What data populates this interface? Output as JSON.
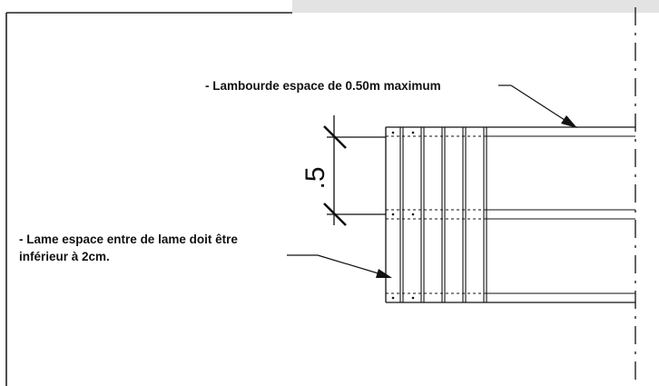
{
  "drawing": {
    "annotations": {
      "joist_note": "- Lambourde espace de 0.50m maximum",
      "board_note_line1": "- Lame espace entre de lame doit être",
      "board_note_line2": "inférieur à 2cm."
    },
    "dimension": {
      "value": ".5"
    },
    "colors": {
      "line": "#111111",
      "frame": "#222222",
      "gray_bar": "#e3e3e3"
    }
  }
}
